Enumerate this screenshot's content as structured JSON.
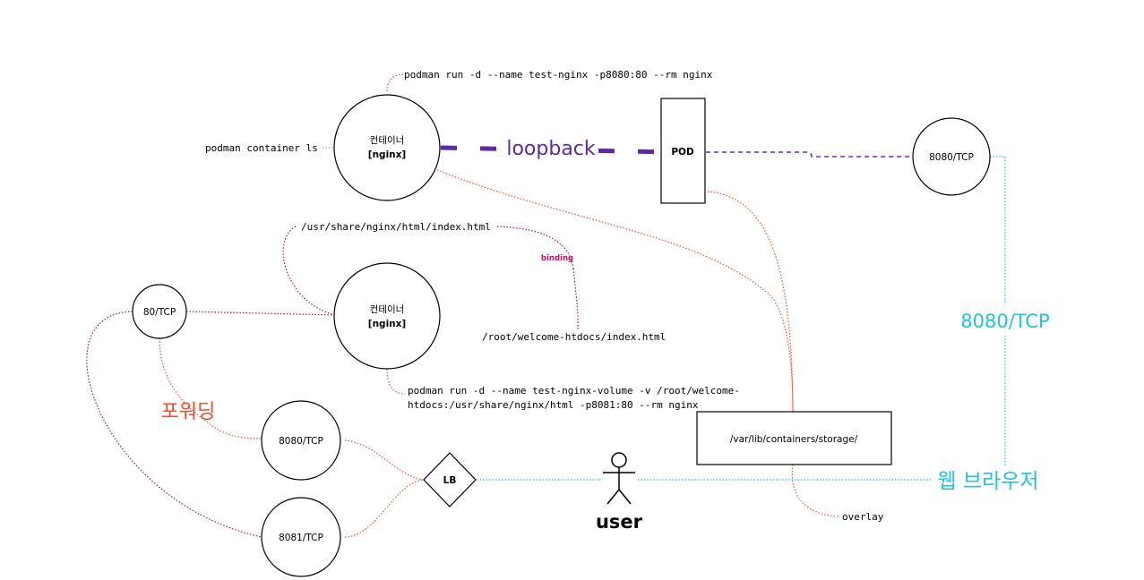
{
  "containers": [
    {
      "line1": "컨테이너",
      "line2": "[nginx]"
    },
    {
      "line1": "컨테이너",
      "line2": "[nginx]"
    }
  ],
  "pod": {
    "label": "POD"
  },
  "loopback": {
    "label": "loopback"
  },
  "ports": {
    "tcp8080_right": "8080/TCP",
    "tcp80": "80/TCP",
    "tcp8080_left": "8080/TCP",
    "tcp8081": "8081/TCP"
  },
  "lb": {
    "label": "LB"
  },
  "user": {
    "label": "user"
  },
  "storage": {
    "label": "/var/lib/containers/storage/"
  },
  "overlay": {
    "label": "overlay"
  },
  "commands": {
    "run_nginx": "podman run -d --name test-nginx -p8080:80 --rm nginx",
    "container_ls": "podman container ls",
    "run_volume_line1": "podman run -d --name test-nginx-volume -v /root/welcome-",
    "run_volume_line2": "htdocs:/usr/share/nginx/html -p8081:80 --rm nginx"
  },
  "paths": {
    "nginx_index": "/usr/share/nginx/html/index.html",
    "root_index": "/root/welcome-htdocs/index.html"
  },
  "binding": {
    "label": "binding"
  },
  "forwarding": {
    "label": "포워딩"
  },
  "right_port_label": {
    "label": "8080/TCP"
  },
  "web_browser": {
    "label": "웹 브라우저"
  },
  "colors": {
    "forwarding": "#e8502e",
    "binding": "#c4106a",
    "loopback": "#5b2aa6",
    "cyan": "#22c3d6"
  }
}
